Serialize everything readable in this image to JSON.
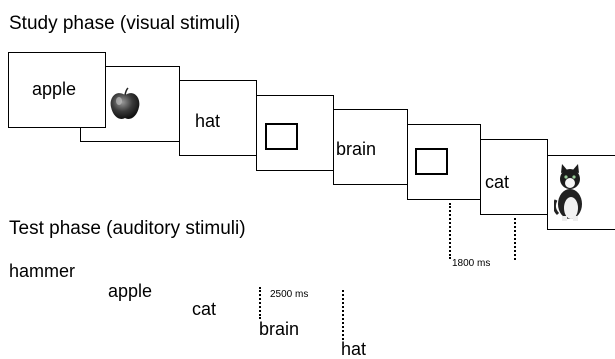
{
  "study_phase": {
    "heading": "Study phase  (visual stimuli)",
    "cards": [
      {
        "type": "word",
        "text": "apple"
      },
      {
        "type": "picture",
        "icon": "apple-icon"
      },
      {
        "type": "word",
        "text": "hat"
      },
      {
        "type": "picture",
        "icon": "empty-square-icon"
      },
      {
        "type": "word",
        "text": "brain"
      },
      {
        "type": "picture",
        "icon": "empty-square-icon"
      },
      {
        "type": "word",
        "text": "cat"
      },
      {
        "type": "picture",
        "icon": "cat-icon"
      }
    ],
    "interval_label": "1800 ms"
  },
  "test_phase": {
    "heading": "Test phase  (auditory stimuli)",
    "words": [
      "hammer",
      "apple",
      "cat",
      "brain",
      "hat"
    ],
    "interval_label": "2500 ms"
  }
}
